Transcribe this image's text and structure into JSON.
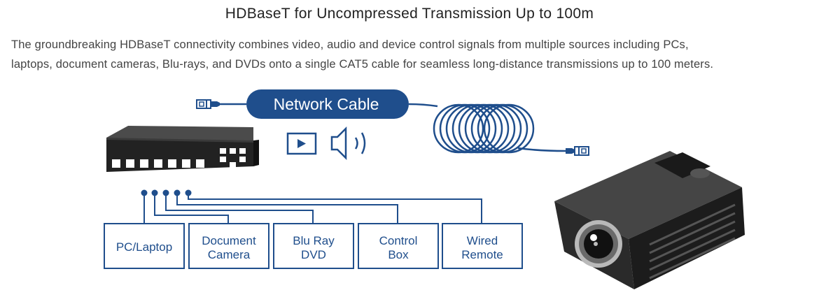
{
  "title": "HDBaseT for Uncompressed Transmission Up to 100m",
  "description": {
    "line1": "The groundbreaking HDBaseT connectivity combines video, audio and device control signals from multiple sources including PCs,",
    "line2": "laptops, document cameras, Blu-rays, and DVDs onto a single CAT5 cable for seamless long-distance transmissions up to 100 meters."
  },
  "diagram": {
    "cable_label": "Network Cable",
    "sources": [
      {
        "line1": "PC/Laptop",
        "line2": ""
      },
      {
        "line1": "Document",
        "line2": "Camera"
      },
      {
        "line1": "Blu Ray",
        "line2": "DVD"
      },
      {
        "line1": "Control",
        "line2": "Box"
      },
      {
        "line1": "Wired",
        "line2": "Remote"
      }
    ]
  },
  "colors": {
    "accent": "#1f4e8c",
    "device_dark": "#2b2b2b",
    "text": "#222222"
  }
}
